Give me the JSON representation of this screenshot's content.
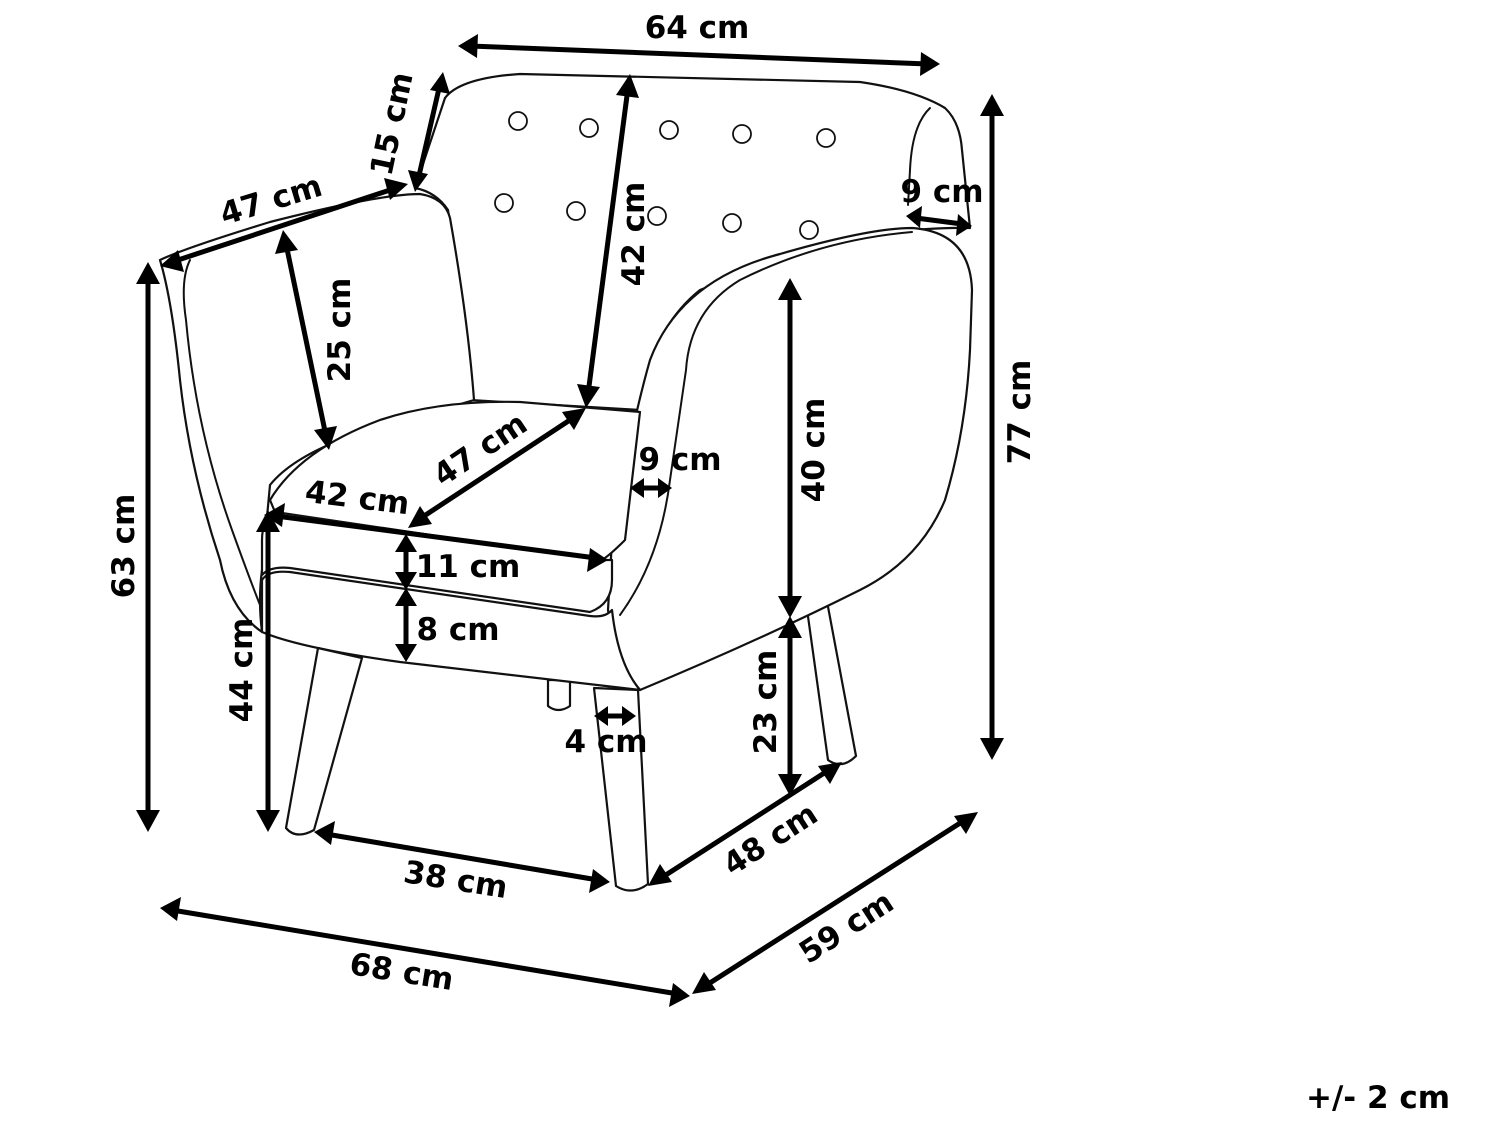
{
  "labels": {
    "top_width": "64 cm",
    "backrest_thickness": "15 cm",
    "arm_depth_top": "47 cm",
    "back_width_right": "9 cm",
    "total_height": "77 cm",
    "backrest_height": "42 cm",
    "inner_arm_height": "25 cm",
    "arm_height_total": "63 cm",
    "seat_depth": "47 cm",
    "seat_width": "42 cm",
    "arm_thickness": "9 cm",
    "arm_side_height": "40 cm",
    "cushion_thickness": "11 cm",
    "frame_thickness": "8 cm",
    "seat_height": "44 cm",
    "leg_height": "23 cm",
    "leg_diameter": "4 cm",
    "leg_spacing_front": "38 cm",
    "leg_spacing_side": "48 cm",
    "total_width": "68 cm",
    "total_depth": "59 cm"
  },
  "tolerance": "+/- 2 cm",
  "colors": {
    "line": "#111111",
    "background": "#ffffff"
  }
}
